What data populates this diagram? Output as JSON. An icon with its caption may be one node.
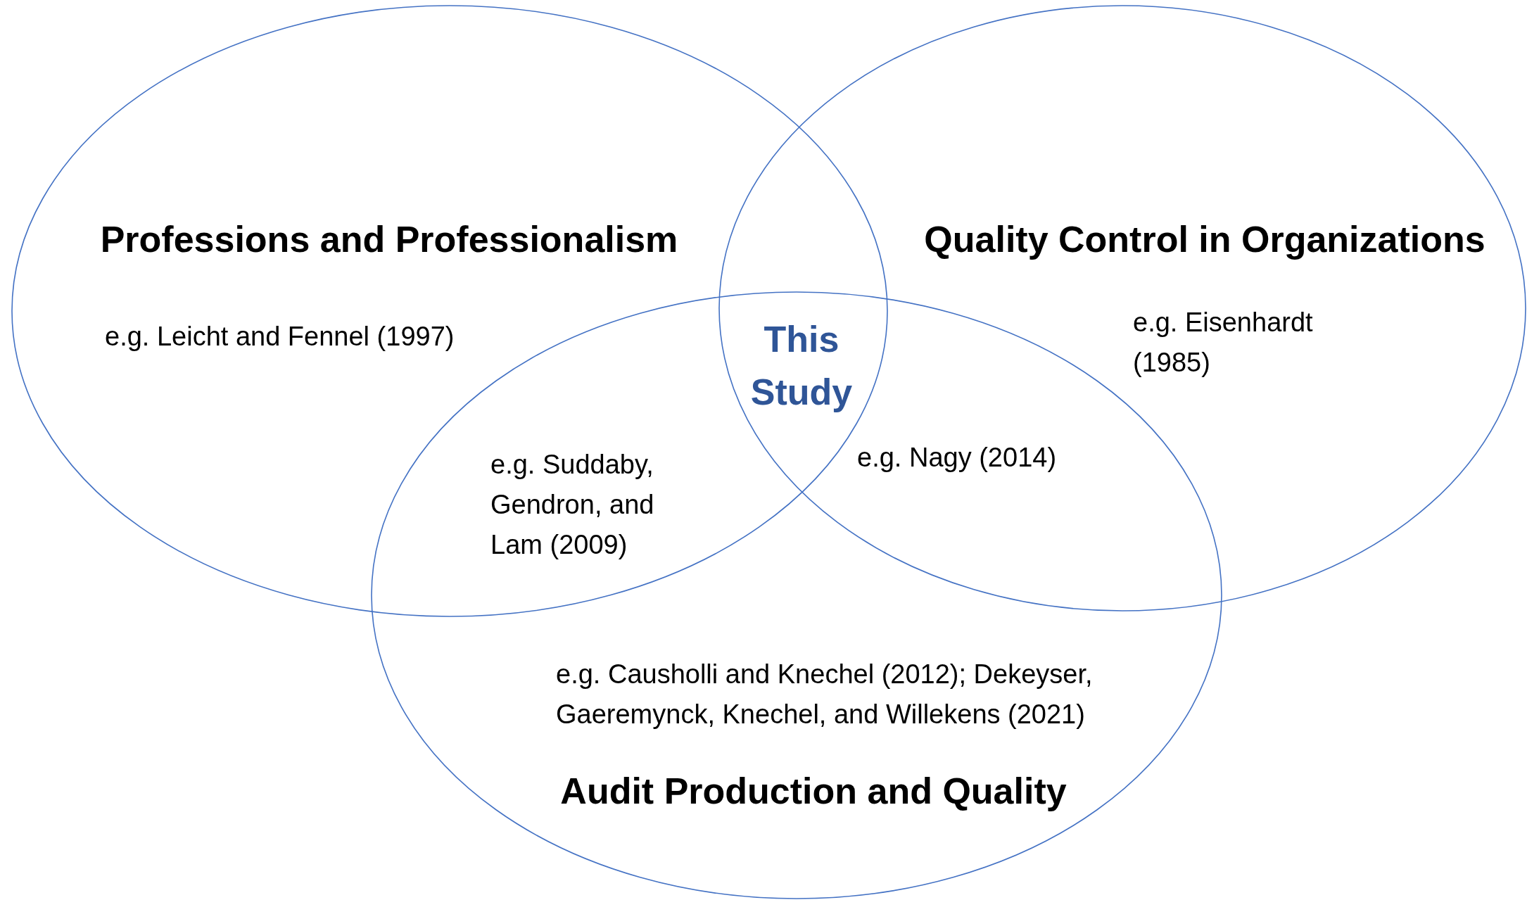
{
  "diagram": {
    "nodes": [
      {
        "text": [
          "Professions and Professionalism",
          "e.g. Leicht and Fennel (1997)"
        ]
      },
      {
        "text": [
          "Quality Control in Organizations",
          "e.g. Eisenhardt (1985)"
        ]
      },
      {
        "text": [
          "e.g. Causholli and Knechel (2012); Dekeyser, Gaeremynck, Knechel, and Willekens (2021)",
          "Audit Production and Quality"
        ]
      }
    ],
    "labels": [
      "This Study",
      "e.g. Suddaby, Gendron, and Lam (2009)",
      "e.g. Nagy (2014)"
    ]
  }
}
